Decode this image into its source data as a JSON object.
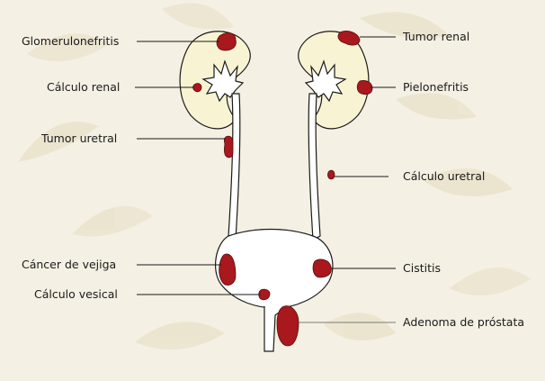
{
  "diagram": {
    "labels_left": {
      "glomerulonefritis": "Glomerulonefritis",
      "calculo_renal": "Cálculo renal",
      "tumor_uretral": "Tumor uretral",
      "cancer_vejiga": "Cáncer de vejiga",
      "calculo_vesical": "Cálculo vesical"
    },
    "labels_right": {
      "tumor_renal": "Tumor renal",
      "pielonefritis": "Pielonefritis",
      "calculo_uretral": "Cálculo uretral",
      "cistitis": "Cistitis",
      "adenoma_prostata": "Adenoma de próstata"
    },
    "colors": {
      "background": "#f4f0e3",
      "pattern": "#ece6d3",
      "kidney_fill": "#f8f4d3",
      "organ_fill": "#ffffff",
      "outline": "#1a1a1a",
      "lesion": "#a8181c"
    }
  }
}
